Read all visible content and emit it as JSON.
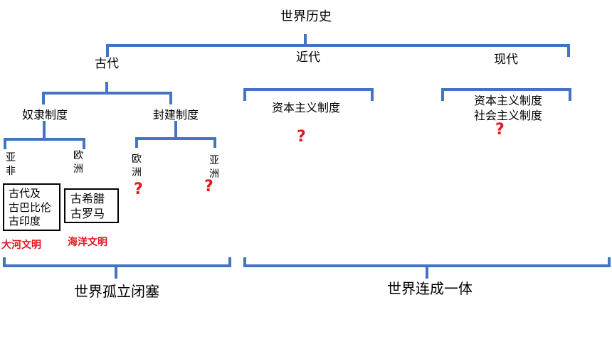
{
  "colors": {
    "bracket": "#4472c4",
    "accent_red": "#e0171b",
    "text": "#000000"
  },
  "root": {
    "label": "世界历史"
  },
  "eras": [
    {
      "label": "古代"
    },
    {
      "label": "近代"
    },
    {
      "label": "现代"
    }
  ],
  "ancient": {
    "systems": [
      {
        "label": "奴隶制度"
      },
      {
        "label": "封建制度"
      }
    ],
    "slave_regions": [
      {
        "label": "亚非"
      },
      {
        "label": "欧洲"
      }
    ],
    "feudal_regions": [
      {
        "label": "欧洲"
      },
      {
        "label": "亚洲"
      }
    ],
    "civ_boxes": [
      {
        "lines": [
          "古代及",
          "古巴比伦",
          "古印度"
        ],
        "caption": "大河文明"
      },
      {
        "lines": [
          "古希腊",
          "古罗马"
        ],
        "caption": "海洋文明"
      }
    ]
  },
  "modern": {
    "systems": [
      {
        "label": "资本主义制度"
      }
    ]
  },
  "contemporary": {
    "systems": [
      {
        "label": "资本主义制度"
      },
      {
        "label": "社会主义制度"
      }
    ]
  },
  "question_mark": "?",
  "summary": [
    {
      "label": "世界孤立闭塞"
    },
    {
      "label": "世界连成一体"
    }
  ]
}
